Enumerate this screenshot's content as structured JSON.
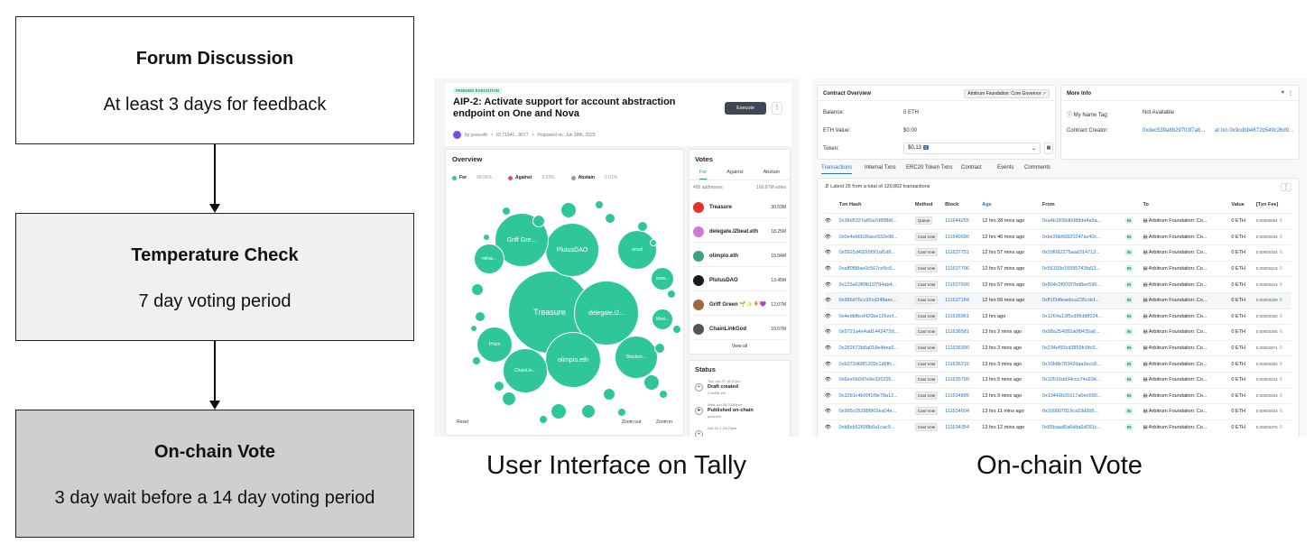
{
  "flow": {
    "forum": {
      "title": "Forum Discussion",
      "subtitle": "At least 3 days for feedback"
    },
    "temperature": {
      "title": "Temperature Check",
      "subtitle": "7 day voting period"
    },
    "onchain": {
      "title": "On-chain Vote",
      "subtitle": "3 day wait before a 14 day voting period"
    }
  },
  "captions": {
    "tally": "User Interface on Tally",
    "onchain": "On-chain Vote"
  },
  "tally": {
    "badge": "PENDING EXECUTION",
    "title": "AIP-2: Activate support for account abstraction endpoint on One and Nova",
    "execute_label": "Execute",
    "meta_author": "by yoav.eth",
    "meta_id": "ID 71941...9077",
    "meta_proposed": "Proposed on: Jun 28th, 2023",
    "overview_title": "Overview",
    "legend": [
      {
        "label": "For",
        "pct": "99.95%",
        "color": "#2fc79a"
      },
      {
        "label": "Against",
        "pct": "0.03%",
        "color": "#e8505b"
      },
      {
        "label": "Abstain",
        "pct": "0.01%",
        "color": "#9a9a9a"
      }
    ],
    "bubbles": [
      {
        "label": "Treasure"
      },
      {
        "label": "delegate.l2..."
      },
      {
        "label": "olimpio.eth"
      },
      {
        "label": "PlutusDAO"
      },
      {
        "label": "Griff Gre..."
      },
      {
        "label": "ChainLin..."
      },
      {
        "label": "Blockso..."
      },
      {
        "label": "ancel"
      },
      {
        "label": "Prism"
      },
      {
        "label": "mihai..."
      },
      {
        "label": "yoav..."
      },
      {
        "label": "Med..."
      }
    ],
    "reset_label": "Reset",
    "zoom_out_label": "Zoom out",
    "zoom_in_label": "Zoom in",
    "votes_title": "Votes",
    "vote_tabs": [
      "For",
      "Against",
      "Abstain"
    ],
    "addresses": "495 addresses",
    "total_votes": "160.87M votes",
    "voters": [
      {
        "name": "Treasure",
        "votes": "30.53M",
        "color": "#e0322b"
      },
      {
        "name": "delegate.l2beat.eth",
        "votes": "18.25M",
        "color": "#d07bd0"
      },
      {
        "name": "olimpio.eth",
        "votes": "15.04M",
        "color": "#3aa57a"
      },
      {
        "name": "PlutusDAO",
        "votes": "13.45M",
        "color": "#1b1b1b"
      },
      {
        "name": "Griff Green 🌱✨🧚💜",
        "votes": "12.07M",
        "color": "#a0673f"
      },
      {
        "name": "ChainLinkGod",
        "votes": "10.67M",
        "color": "#555555"
      }
    ],
    "view_all": "View all",
    "status_title": "Status",
    "status": [
      {
        "date": "Tue Jun 27 16:37pm",
        "label": "Draft created",
        "by": "Cred36.eth"
      },
      {
        "date": "Wed Jun 28 22:00pm",
        "label": "Published on-chain",
        "by": "yoav.eth"
      },
      {
        "date": "Sat Jul 1 23:29pm",
        "label": ""
      }
    ]
  },
  "explorer": {
    "overview_title": "Contract Overview",
    "badge": "Arbitrum Foundation: Core Governor",
    "balance_label": "Balance:",
    "balance_value": "0 ETH",
    "eth_value_label": "ETH Value:",
    "eth_value": "$0.00",
    "token_label": "Token:",
    "token_value": "$0.13",
    "more_info_title": "More Info",
    "name_tag_label": "My Name Tag:",
    "name_tag_value": "Not Available",
    "creator_label": "Contract Creator:",
    "creator_value": "0xdec539a8b29703f7a8...",
    "creator_txn": "at txn 0x9cdbb4672b549c26d9...",
    "tabs": [
      "Transactions",
      "Internal Txns",
      "ERC20 Token Txns",
      "Contract",
      "Events",
      "Comments"
    ],
    "summary": "Latest 25 from a total of 120,802 transactions",
    "headers": [
      "Txn Hash",
      "Method",
      "Block",
      "Age",
      "From",
      "To",
      "Value",
      "[Txn Fee]"
    ],
    "rows": [
      {
        "hash": "0x38d5327a65a7d8f8b8...",
        "method": "Queue",
        "block": "111644255",
        "age": "12 hrs 28 mins ago",
        "from": "0xa4b1838db088dd4a5a...",
        "to": "Arbitrum Foundation: Co...",
        "value": "0 ETH",
        "fee": "0.00000654"
      },
      {
        "hash": "0x0e4eb6b36ace932e98...",
        "method": "Cast Vote",
        "block": "111640090",
        "age": "12 hrs 46 mins ago",
        "from": "0xbe26b66820247ac40c...",
        "to": "Arbitrum Foundation: Co...",
        "value": "0 ETH",
        "fee": "0.00003435"
      },
      {
        "hash": "0x5925d492095f1af1d8...",
        "method": "Cast Vote",
        "block": "111637751",
        "age": "12 hrs 57 mins ago",
        "from": "0x29f082275aad314713...",
        "to": "Arbitrum Foundation: Co...",
        "value": "0 ETH",
        "fee": "0.00003334"
      },
      {
        "hash": "0xaff0f88ae0c567ce5c8...",
        "method": "Cast Vote",
        "block": "111637706",
        "age": "12 hrs 57 mins ago",
        "from": "0x56103e18395743fa53...",
        "to": "Arbitrum Foundation: Co...",
        "value": "0 ETH",
        "fee": "0.00003418"
      },
      {
        "hash": "0x123a63f0fb11f794ab4...",
        "method": "Cast Vote",
        "block": "111637690",
        "age": "12 hrs 57 mins ago",
        "from": "0x804c2f000f7bd8ee596...",
        "to": "Arbitrum Foundation: Co...",
        "value": "0 ETH",
        "fee": "0.00003419"
      },
      {
        "hash": "0x986d76cc92cd248aec...",
        "method": "Cast Vote",
        "block": "111637184",
        "age": "12 hrs 59 mins ago",
        "from": "0xff1f34feaebca235cdcf...",
        "to": "Arbitrum Foundation: Co...",
        "value": "0 ETH",
        "fee": "0.00003339"
      },
      {
        "hash": "0x4edbfbcd426be126ecf...",
        "method": "Cast Vote",
        "block": "111636961",
        "age": "13 hrs ago",
        "from": "0x1264a13f5cd9fcb8f224...",
        "to": "Arbitrum Foundation: Co...",
        "value": "0 ETH",
        "fee": "0.00003300"
      },
      {
        "hash": "0x5721a4e4ad1442472d...",
        "method": "Cast Vote",
        "block": "111636581",
        "age": "13 hrs 2 mins ago",
        "from": "0x98a254082a0f8435a6...",
        "to": "Arbitrum Foundation: Co...",
        "value": "0 ETH",
        "fee": "0.00003306"
      },
      {
        "hash": "0x282673b8a018e4dea5...",
        "method": "Cast Vote",
        "block": "111636390",
        "age": "13 hrs 3 mins ago",
        "from": "0x234ef93cd3859fc9fc9...",
        "to": "Arbitrum Foundation: Co...",
        "value": "0 ETH",
        "fee": "0.00002971"
      },
      {
        "hash": "0xb373d68f1200c1d6ffc...",
        "method": "Cast Vote",
        "block": "111636216",
        "age": "13 hrs 3 mins ago",
        "from": "0x16b8b78342daa3ecc8...",
        "to": "Arbitrum Foundation: Co...",
        "value": "0 ETH",
        "fee": "0.00003302"
      },
      {
        "hash": "0x6ee5b0d7e9e326205...",
        "method": "Cast Vote",
        "block": "111635799",
        "age": "13 hrs 5 mins ago",
        "from": "0x10516dd34ccc74a934...",
        "to": "Arbitrum Foundation: Co...",
        "value": "0 ETH",
        "fee": "0.00003242"
      },
      {
        "hash": "0x32b1c4b00f1f8e78a12...",
        "method": "Cast Vote",
        "block": "111634895",
        "age": "13 hrs 9 mins ago",
        "from": "0x13441b31617a0ee590...",
        "to": "Arbitrum Foundation: Co...",
        "value": "0 ETH",
        "fee": "0.00003403"
      },
      {
        "hash": "0x995c05288f902ea04e...",
        "method": "Cast Vote",
        "block": "111634604",
        "age": "13 hrs 11 mins ago",
        "from": "0x109807819ca23d2b5...",
        "to": "Arbitrum Foundation: Co...",
        "value": "0 ETH",
        "fee": "0.00003403"
      },
      {
        "hash": "0xb8eb52608b6a1cac9...",
        "method": "Cast Vote",
        "block": "111634354",
        "age": "13 hrs 12 mins ago",
        "from": "0x85baad5a6dda6d091c...",
        "to": "Arbitrum Foundation: Co...",
        "value": "0 ETH",
        "fee": "0.00003375"
      }
    ]
  }
}
